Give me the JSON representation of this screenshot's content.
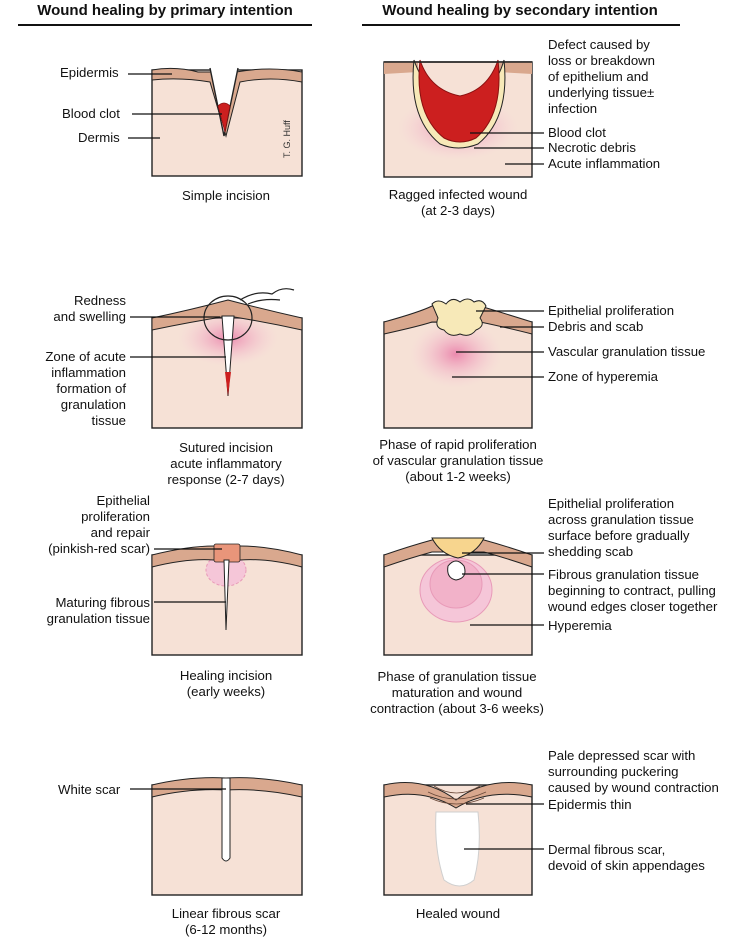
{
  "headers": {
    "primary": "Wound healing by primary intention",
    "secondary": "Wound healing by secondary intention"
  },
  "signature": "T. G. Huff",
  "primary": {
    "stage1": {
      "caption": "Simple incision",
      "labels": {
        "epidermis": "Epidermis",
        "blood_clot": "Blood clot",
        "dermis": "Dermis"
      }
    },
    "stage2": {
      "caption": "Sutured incision\nacute inflammatory\nresponse (2-7 days)",
      "labels": {
        "redness": "Redness\nand swelling",
        "zone": "Zone of acute\ninflammation\nformation of\ngranulation\ntissue"
      }
    },
    "stage3": {
      "caption": "Healing incision\n(early weeks)",
      "labels": {
        "epithelial": "Epithelial\nproliferation\nand repair\n(pinkish-red scar)",
        "maturing": "Maturing fibrous\ngranulation tissue"
      }
    },
    "stage4": {
      "caption": "Linear fibrous scar\n(6-12 months)",
      "labels": {
        "white_scar": "White scar"
      }
    }
  },
  "secondary": {
    "stage1": {
      "caption": "Ragged infected wound\n(at 2-3 days)",
      "labels": {
        "defect": "Defect caused by\nloss or breakdown\nof epithelium and\nunderlying tissue±\ninfection",
        "blood_clot": "Blood clot",
        "necrotic": "Necrotic debris",
        "acute": "Acute inflammation"
      }
    },
    "stage2": {
      "caption": "Phase of rapid proliferation\nof vascular granulation tissue\n(about 1-2 weeks)",
      "labels": {
        "epithelial": "Epithelial proliferation",
        "debris": "Debris and scab",
        "vascular": "Vascular granulation tissue",
        "hyperemia": "Zone of hyperemia"
      }
    },
    "stage3": {
      "caption": "Phase of granulation tissue\nmaturation and wound\ncontraction (about 3-6 weeks)",
      "labels": {
        "epithelial": "Epithelial proliferation\nacross granulation tissue\nsurface before gradually\nshedding scab",
        "fibrous": "Fibrous granulation tissue\nbeginning to contract, pulling\nwound edges closer together",
        "hyperemia": "Hyperemia"
      }
    },
    "stage4": {
      "caption": "Healed wound",
      "labels": {
        "pale": "Pale depressed scar with\nsurrounding puckering\ncaused by wound contraction",
        "epidermis_thin": "Epidermis thin",
        "dermal": "Dermal fibrous scar,\ndevoid of skin appendages"
      }
    }
  },
  "colors": {
    "skin": "#f6e1d6",
    "epidermis": "#d9a88e",
    "blood": "#cc1f1f",
    "inflammation": "#ef9fc0",
    "debris": "#f7e9b8",
    "scar": "#ffffff",
    "outline": "#222222"
  }
}
